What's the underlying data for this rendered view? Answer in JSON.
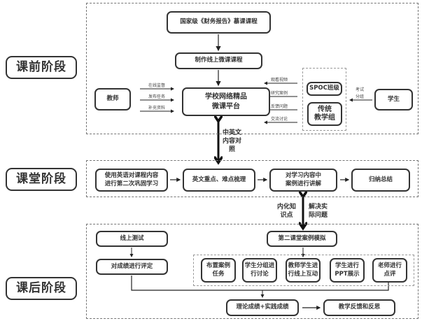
{
  "stages": {
    "pre_class": "课前阶段",
    "in_class": "课堂阶段",
    "post_class": "课后阶段"
  },
  "pre_class": {
    "national_course": "国家级《财务报告》慕课课程",
    "make_micro_course": "制作线上微课课程",
    "platform": [
      "学校网络精品",
      "微课平台"
    ],
    "teacher": "教师",
    "teacher_actions": [
      "在线监督",
      "发布任务",
      "补充资料"
    ],
    "student_actions": [
      "观看视频",
      "研究案例",
      "反馈问题",
      "交流讨论"
    ],
    "spoc_class": "SPOC班级",
    "traditional_group": [
      "传统",
      "教学组"
    ],
    "student": "学生",
    "exam_grouping": [
      "考试",
      "分组"
    ],
    "bilingual_link": [
      "中英文",
      "内容对",
      "照"
    ]
  },
  "in_class": {
    "steps": [
      [
        "使用英语对课程内容",
        "进行第二次巩固学习"
      ],
      [
        "英文重点、难点梳理"
      ],
      [
        "对学习内容中",
        "案例进行讲解"
      ],
      [
        "归纳总结"
      ]
    ],
    "link_left": [
      "内化知",
      "识点"
    ],
    "link_right": [
      "解决实",
      "际问题"
    ]
  },
  "post_class": {
    "online_test": "线上测试",
    "grade_evaluation": "对成绩进行评定",
    "case_simulation": "第二课堂案例模拟",
    "activities": [
      [
        "布置案例",
        "任务"
      ],
      [
        "学生分组进",
        "行讨论"
      ],
      [
        "教师学生进",
        "行线上互动"
      ],
      [
        "学生进行",
        "PPT展示"
      ],
      [
        "老师进行",
        "点评"
      ]
    ],
    "combined_score": "理论成绩+实践成绩",
    "feedback": "教学反馈和反思"
  }
}
